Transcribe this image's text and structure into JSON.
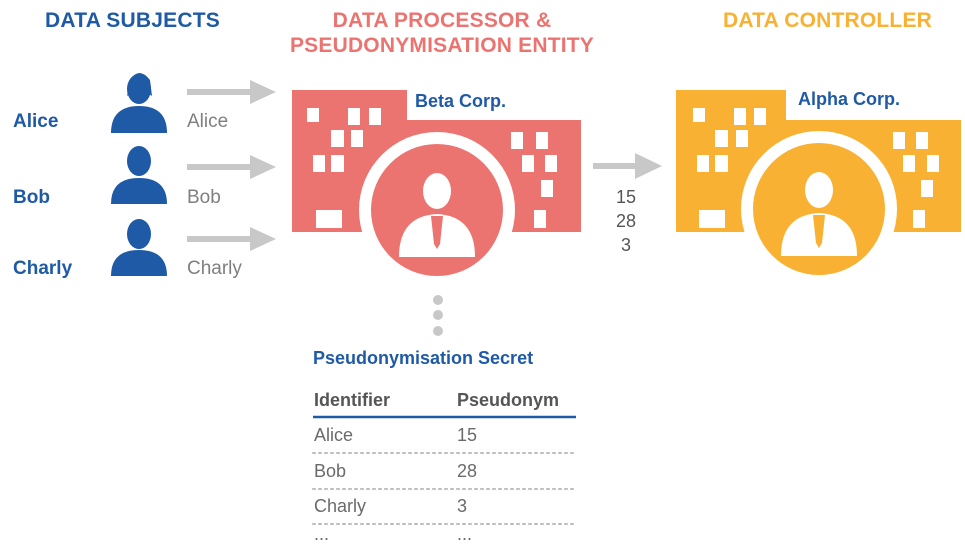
{
  "headers": {
    "subjects": "DATA SUBJECTS",
    "processor_line1": "DATA PROCESSOR &",
    "processor_line2": "PSEUDONYMISATION ENTITY",
    "controller": "DATA CONTROLLER"
  },
  "subjects": [
    {
      "name": "Alice",
      "label": "Alice"
    },
    {
      "name": "Bob",
      "label": "Bob"
    },
    {
      "name": "Charly",
      "label": "Charly"
    }
  ],
  "processor": {
    "name": "Beta Corp."
  },
  "controller": {
    "name": "Alpha Corp."
  },
  "pseudonyms_sent": [
    "15",
    "28",
    "3"
  ],
  "secret": {
    "title": "Pseudonymisation Secret",
    "columns": [
      "Identifier",
      "Pseudonym"
    ],
    "rows": [
      {
        "identifier": "Alice",
        "pseudonym": "15"
      },
      {
        "identifier": "Bob",
        "pseudonym": "28"
      },
      {
        "identifier": "Charly",
        "pseudonym": "3"
      },
      {
        "identifier": "...",
        "pseudonym": "..."
      }
    ]
  },
  "colors": {
    "blue": "#1f5aa6",
    "red": "#ec7470",
    "orange": "#f8b133",
    "gray": "#c8c8c8"
  }
}
